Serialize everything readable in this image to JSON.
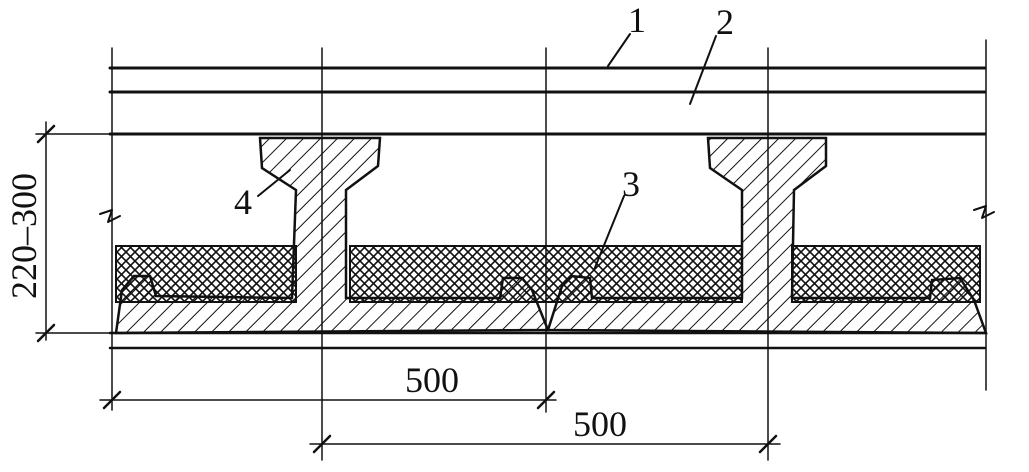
{
  "labels": {
    "l1": "1",
    "l2": "2",
    "l3": "3",
    "l4": "4"
  },
  "dimensions": {
    "height": "220–300",
    "spacing_lower": "500",
    "spacing_upper": "500"
  },
  "colors": {
    "ink": "#111111",
    "paper": "#ffffff"
  }
}
